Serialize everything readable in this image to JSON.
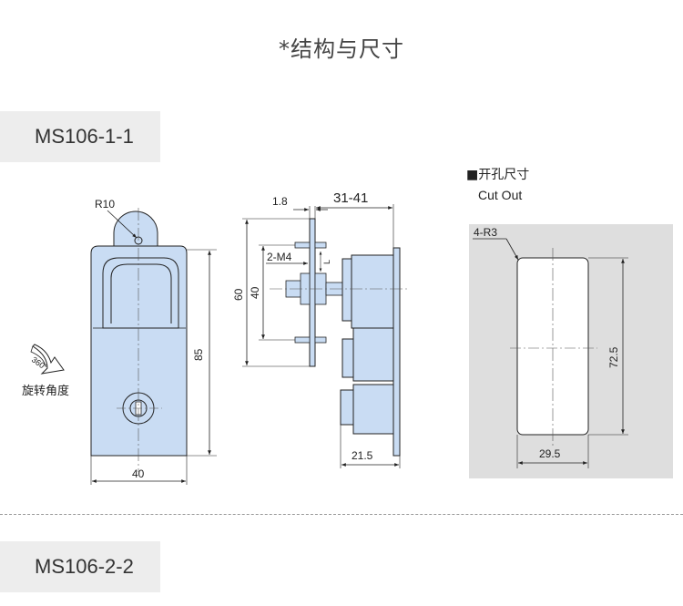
{
  "title": "*结构与尺寸",
  "model_1": "MS106-1-1",
  "model_2": "MS106-2-2",
  "front_view": {
    "radius_label": "R10",
    "height_label": "85",
    "width_label": "40",
    "rotation_angle": "360°",
    "rotation_label": "旋转角度"
  },
  "side_view": {
    "thickness_label": "1.8",
    "range_label": "31-41",
    "thread_label": "2-M4",
    "l_label": "L",
    "outer_height_label": "60",
    "inner_height_label": "40",
    "depth_label": "21.5"
  },
  "cutout": {
    "heading": "■开孔尺寸",
    "heading_en": "Cut Out",
    "corner_label": "4-R3",
    "height_label": "72.5",
    "width_label": "29.5"
  },
  "colors": {
    "body_fill": "#c9dcf3",
    "panel_bg": "#dedede",
    "line": "#222222"
  }
}
